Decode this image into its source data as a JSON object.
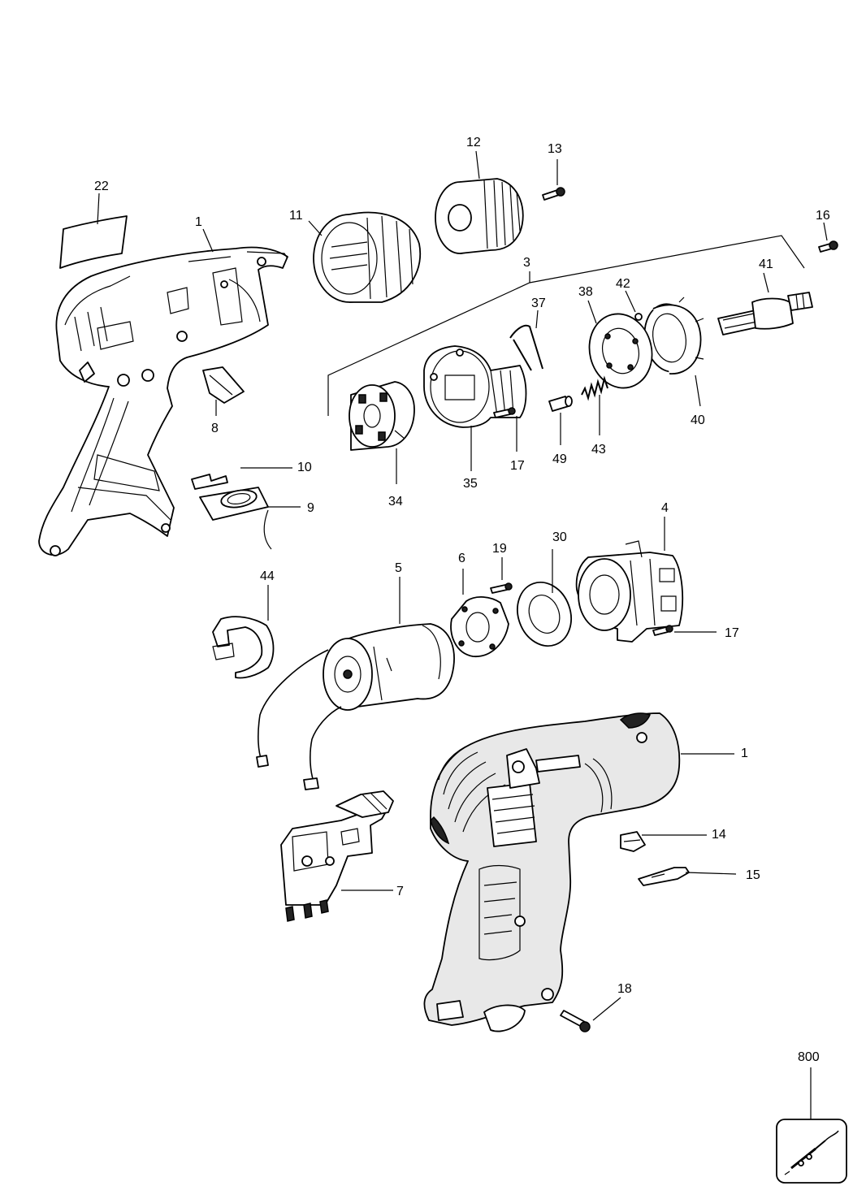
{
  "callouts": {
    "c22": "22",
    "c1a": "1",
    "c11": "11",
    "c12": "12",
    "c13": "13",
    "c16": "16",
    "c3": "3",
    "c41": "41",
    "c42": "42",
    "c38": "38",
    "c37": "37",
    "c40": "40",
    "c8": "8",
    "c35": "35",
    "c17a": "17",
    "c49": "49",
    "c43": "43",
    "c34": "34",
    "c10": "10",
    "c9": "9",
    "c4": "4",
    "c30": "30",
    "c19": "19",
    "c6": "6",
    "c5": "5",
    "c44": "44",
    "c17b": "17",
    "c1b": "1",
    "c14": "14",
    "c15": "15",
    "c7": "7",
    "c18": "18",
    "c800": "800"
  },
  "icons": {
    "service_tool": "soldering-iron-icon"
  }
}
